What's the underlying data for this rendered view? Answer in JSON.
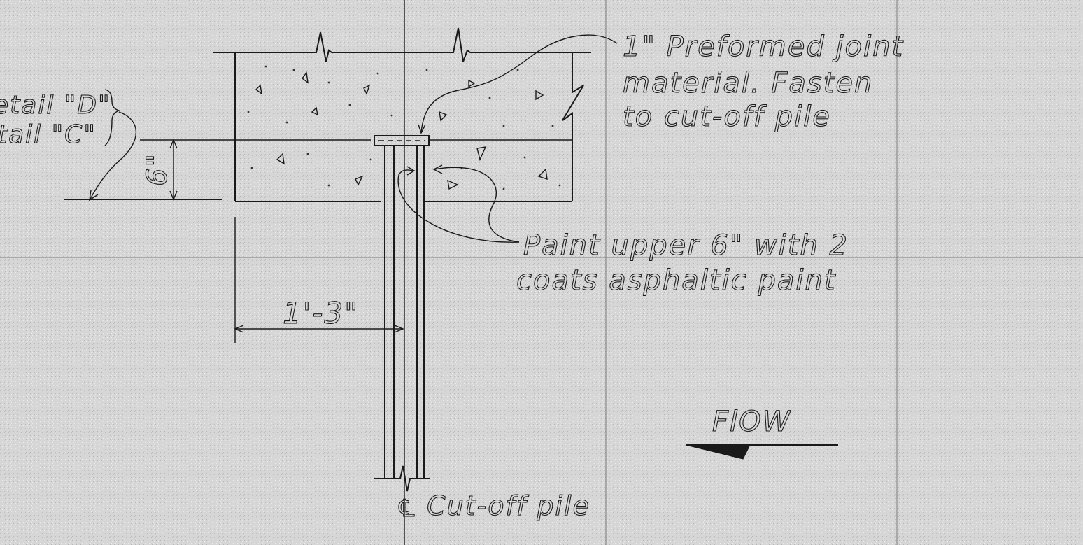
{
  "notes": {
    "joint_material": [
      "1\" Preformed joint",
      "material. Fasten",
      "to cut-off pile"
    ],
    "paint": [
      "Paint upper 6\" with 2",
      "coats asphaltic paint"
    ],
    "detail_refs": [
      "etail \"D\"",
      "tail \"C\""
    ],
    "centerline": "Cut-off pile",
    "flow": "FlOW"
  },
  "dimensions": {
    "depth": "6\"",
    "offset": "1'-3\""
  },
  "colors": {
    "paper": "#d9d9d9",
    "ink": "#1a1a1a"
  }
}
